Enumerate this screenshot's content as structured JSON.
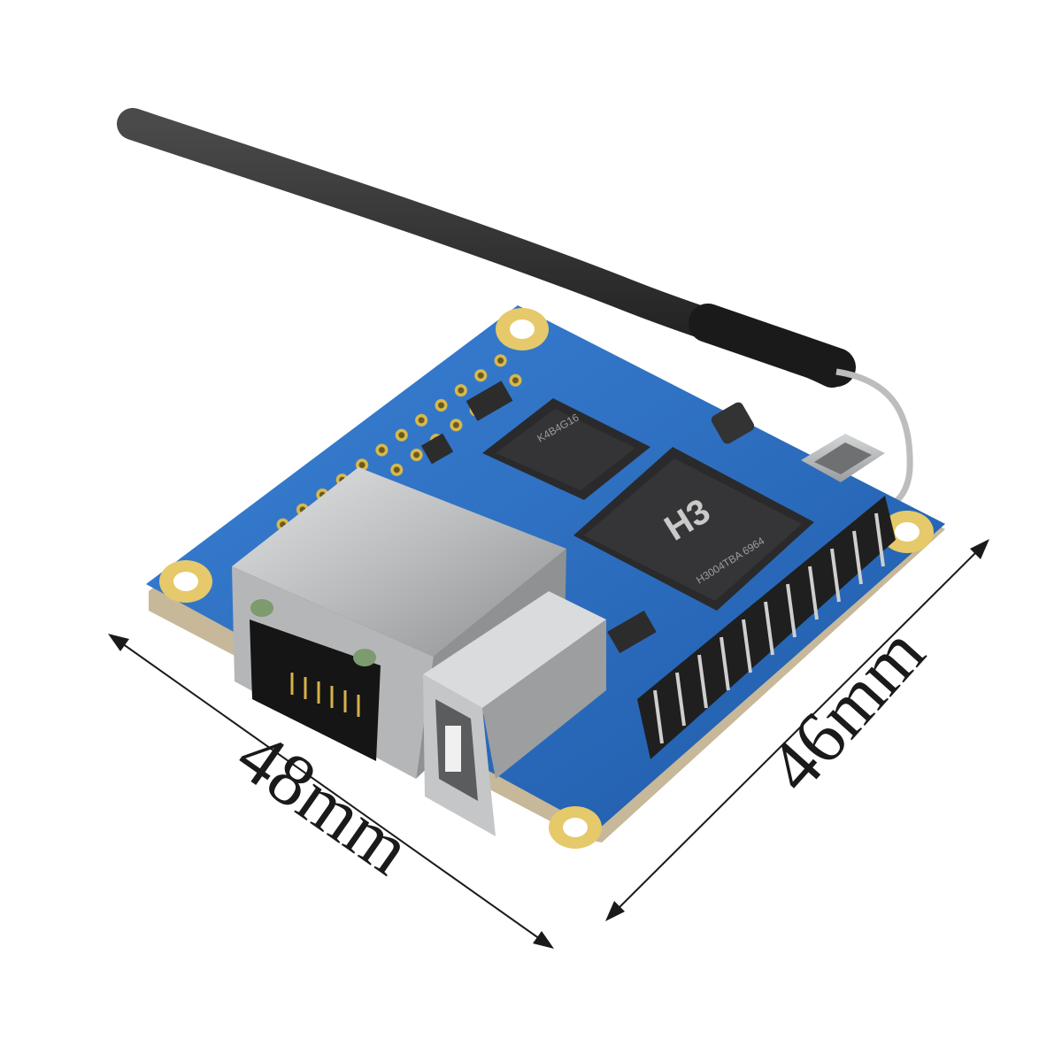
{
  "dimensions": {
    "width_label": "48mm",
    "height_label": "46mm"
  },
  "board": {
    "soc_label": "H3",
    "soc_sub_label": "H3004TBA 6964"
  },
  "colors": {
    "pcb_blue": "#2a6fc4",
    "pcb_blue_dark": "#1c4f94",
    "gold_pad": "#e5c96a",
    "antenna": "#2b2b2b",
    "metal": "#c8cacb",
    "chip": "#2a2a2c"
  }
}
